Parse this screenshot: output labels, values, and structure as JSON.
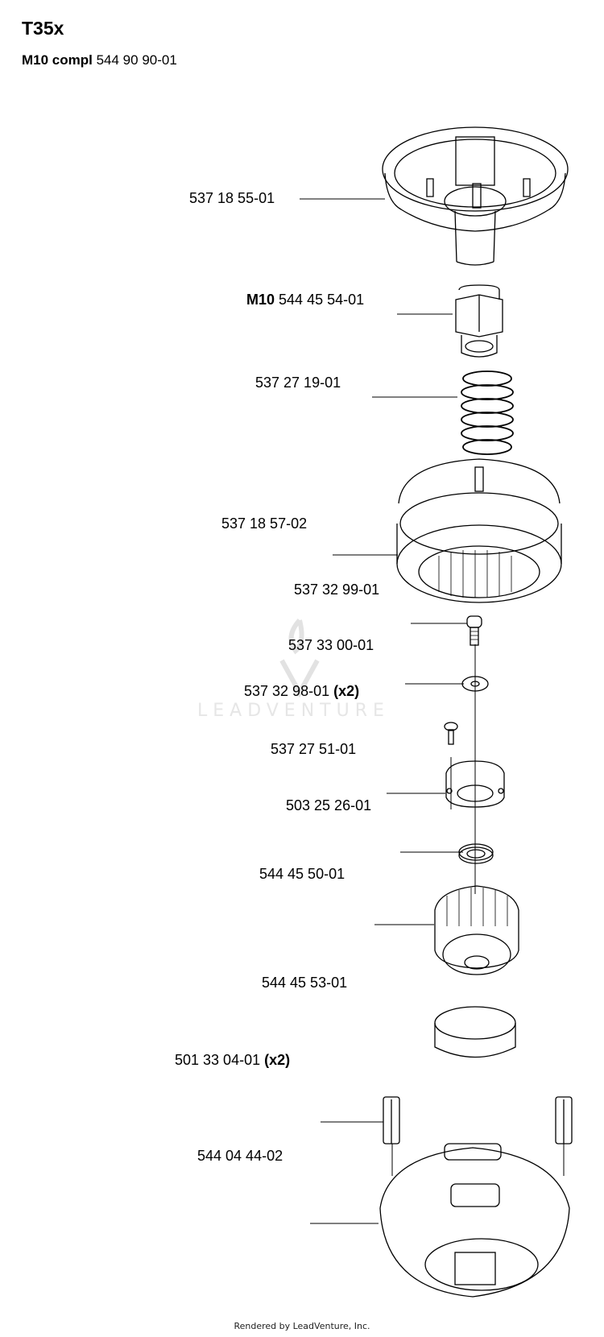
{
  "header": {
    "title": "T35x",
    "subtitle_bold": "M10 compl",
    "subtitle_part": "544 90 90-01"
  },
  "parts": [
    {
      "id": "p1",
      "prefix": "",
      "number": "537 18 55-01",
      "qty": ""
    },
    {
      "id": "p2",
      "prefix": "M10",
      "number": "544 45 54-01",
      "qty": ""
    },
    {
      "id": "p3",
      "prefix": "",
      "number": "537 27 19-01",
      "qty": ""
    },
    {
      "id": "p4",
      "prefix": "",
      "number": "537 18 57-02",
      "qty": ""
    },
    {
      "id": "p5",
      "prefix": "",
      "number": "537 32 99-01",
      "qty": ""
    },
    {
      "id": "p6",
      "prefix": "",
      "number": "537 33 00-01",
      "qty": ""
    },
    {
      "id": "p7",
      "prefix": "",
      "number": "537 32 98-01",
      "qty": "(x2)"
    },
    {
      "id": "p8",
      "prefix": "",
      "number": "537 27 51-01",
      "qty": ""
    },
    {
      "id": "p9",
      "prefix": "",
      "number": "503 25 26-01",
      "qty": ""
    },
    {
      "id": "p10",
      "prefix": "",
      "number": "544 45 50-01",
      "qty": ""
    },
    {
      "id": "p11",
      "prefix": "",
      "number": "544 45 53-01",
      "qty": ""
    },
    {
      "id": "p12",
      "prefix": "",
      "number": "501 33 04-01",
      "qty": "(x2)"
    },
    {
      "id": "p13",
      "prefix": "",
      "number": "544 04 44-02",
      "qty": ""
    }
  ],
  "watermark": "LEADVENTURE",
  "footer": "Rendered by LeadVenture, Inc."
}
